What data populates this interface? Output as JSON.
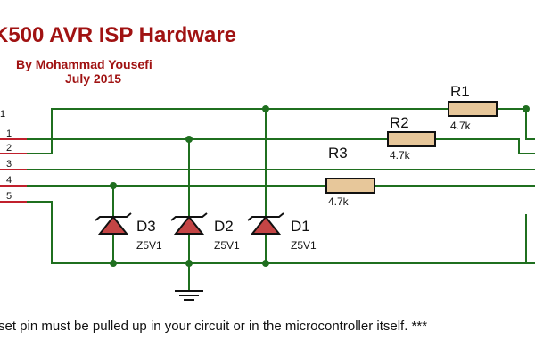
{
  "header": {
    "title": "K500 AVR ISP Hardware",
    "author": "By Mohammad Yousefi",
    "date": "July 2015"
  },
  "connector": {
    "pins": [
      "1",
      "2",
      "3",
      "4",
      "5"
    ]
  },
  "resistors": [
    {
      "ref": "R1",
      "value": "4.7k"
    },
    {
      "ref": "R2",
      "value": "4.7k"
    },
    {
      "ref": "R3",
      "value": "4.7k"
    }
  ],
  "diodes": [
    {
      "ref": "D3",
      "type": "Z5V1"
    },
    {
      "ref": "D2",
      "type": "Z5V1"
    },
    {
      "ref": "D1",
      "type": "Z5V1"
    }
  ],
  "footnote": "set pin must be pulled up in your circuit or in the microcontroller itself. ***",
  "colors": {
    "wire": "#1f6f1f",
    "pin_stub": "#c0202c",
    "title": "#a01212",
    "resistor_body": "#e7c79a",
    "diode_body": "#c44545"
  }
}
